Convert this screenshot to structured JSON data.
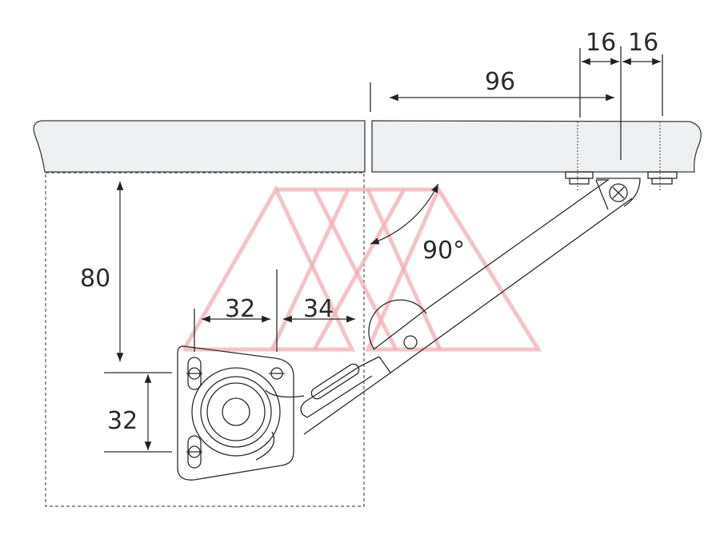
{
  "diagram": {
    "dimensions": {
      "top_offset": "96",
      "bolt_spacing_left": "16",
      "bolt_spacing_right": "16",
      "base_height": "80",
      "base_hole_spacing_h": "32",
      "base_edge_offset": "34",
      "base_hole_spacing_v": "32",
      "opening_angle": "90°"
    },
    "colors": {
      "board": "#eeeff1",
      "line": "#2b2b2b",
      "watermark": "#f2aeb4"
    }
  }
}
